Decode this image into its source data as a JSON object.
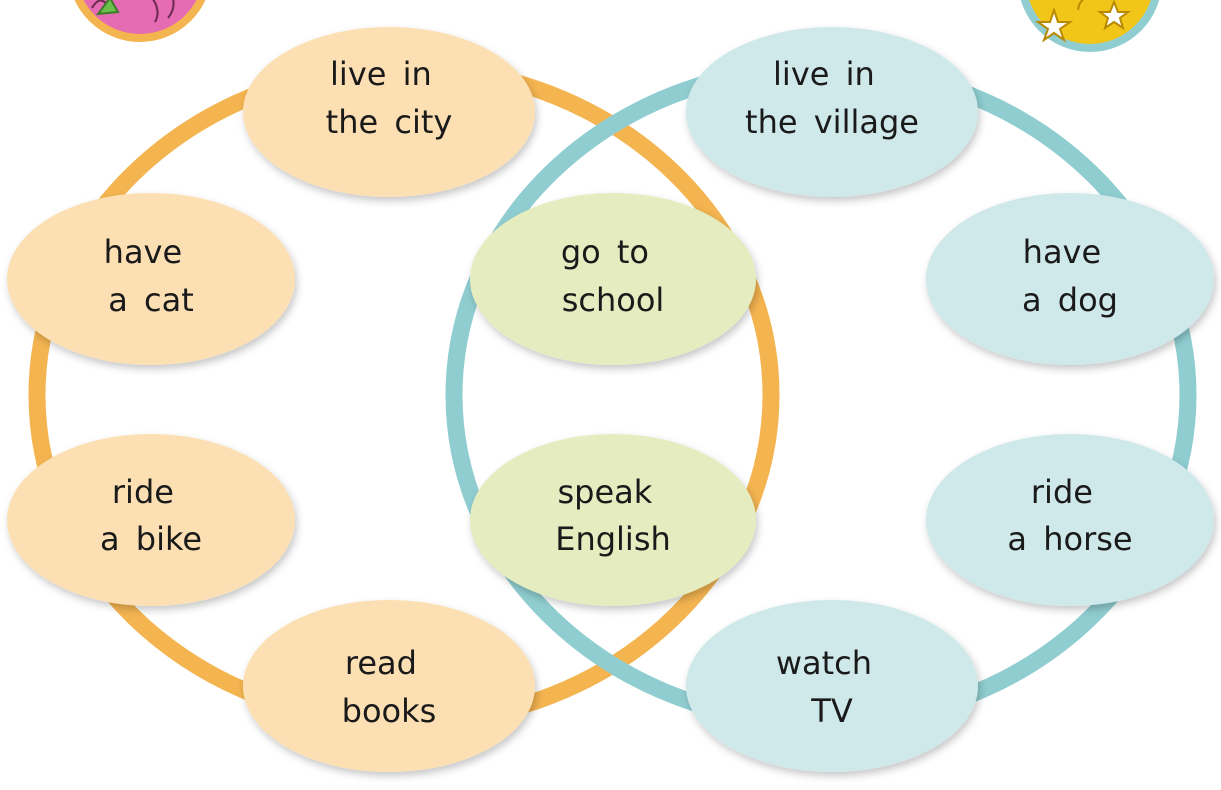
{
  "colors": {
    "left_ring": "#F4B450",
    "right_ring": "#8FCDD0",
    "left_bubble": "#FCE0B3",
    "right_bubble": "#CFE8EA",
    "shared_bubble": "#E4ECC0",
    "left_badge_bg": "#E56BB3",
    "right_badge_bg": "#F2C619",
    "text": "#1a1a1a"
  },
  "left_badge": {
    "icon": "girl-character-icon"
  },
  "right_badge": {
    "icon": "star-character-icon"
  },
  "left_items": [
    {
      "id": "city",
      "lines": [
        "live  in",
        "the  city"
      ]
    },
    {
      "id": "cat",
      "lines": [
        "have",
        "a  cat"
      ]
    },
    {
      "id": "bike",
      "lines": [
        "ride",
        "a  bike"
      ]
    },
    {
      "id": "books",
      "lines": [
        "read",
        "books"
      ]
    }
  ],
  "shared_items": [
    {
      "id": "school",
      "lines": [
        "go  to",
        "school"
      ]
    },
    {
      "id": "english",
      "lines": [
        "speak",
        "English"
      ]
    }
  ],
  "right_items": [
    {
      "id": "village",
      "lines": [
        "live  in",
        "the  village"
      ]
    },
    {
      "id": "dog",
      "lines": [
        "have",
        "a  dog"
      ]
    },
    {
      "id": "horse",
      "lines": [
        "ride",
        "a  horse"
      ]
    },
    {
      "id": "tv",
      "lines": [
        "watch",
        "TV"
      ]
    }
  ]
}
